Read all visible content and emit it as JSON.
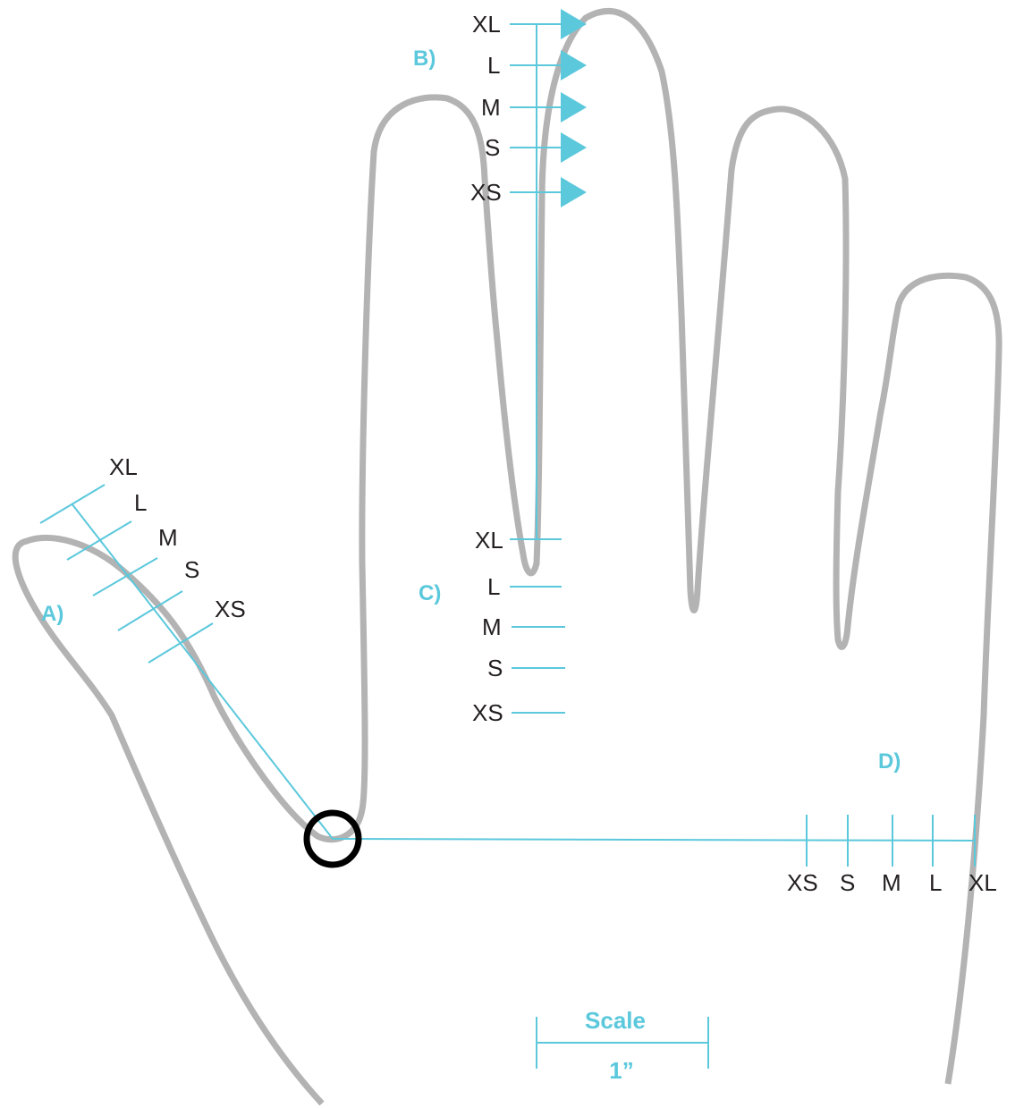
{
  "colors": {
    "outline": "#b3b3b3",
    "accent": "#5bc8dc",
    "text": "#231f20",
    "marker": "#000000"
  },
  "sections": {
    "a": "A)",
    "b": "B)",
    "c": "C)",
    "d": "D)"
  },
  "sizes": {
    "xs": "XS",
    "s": "S",
    "m": "M",
    "l": "L",
    "xl": "XL"
  },
  "scale": {
    "title": "Scale",
    "unit": "1”"
  }
}
